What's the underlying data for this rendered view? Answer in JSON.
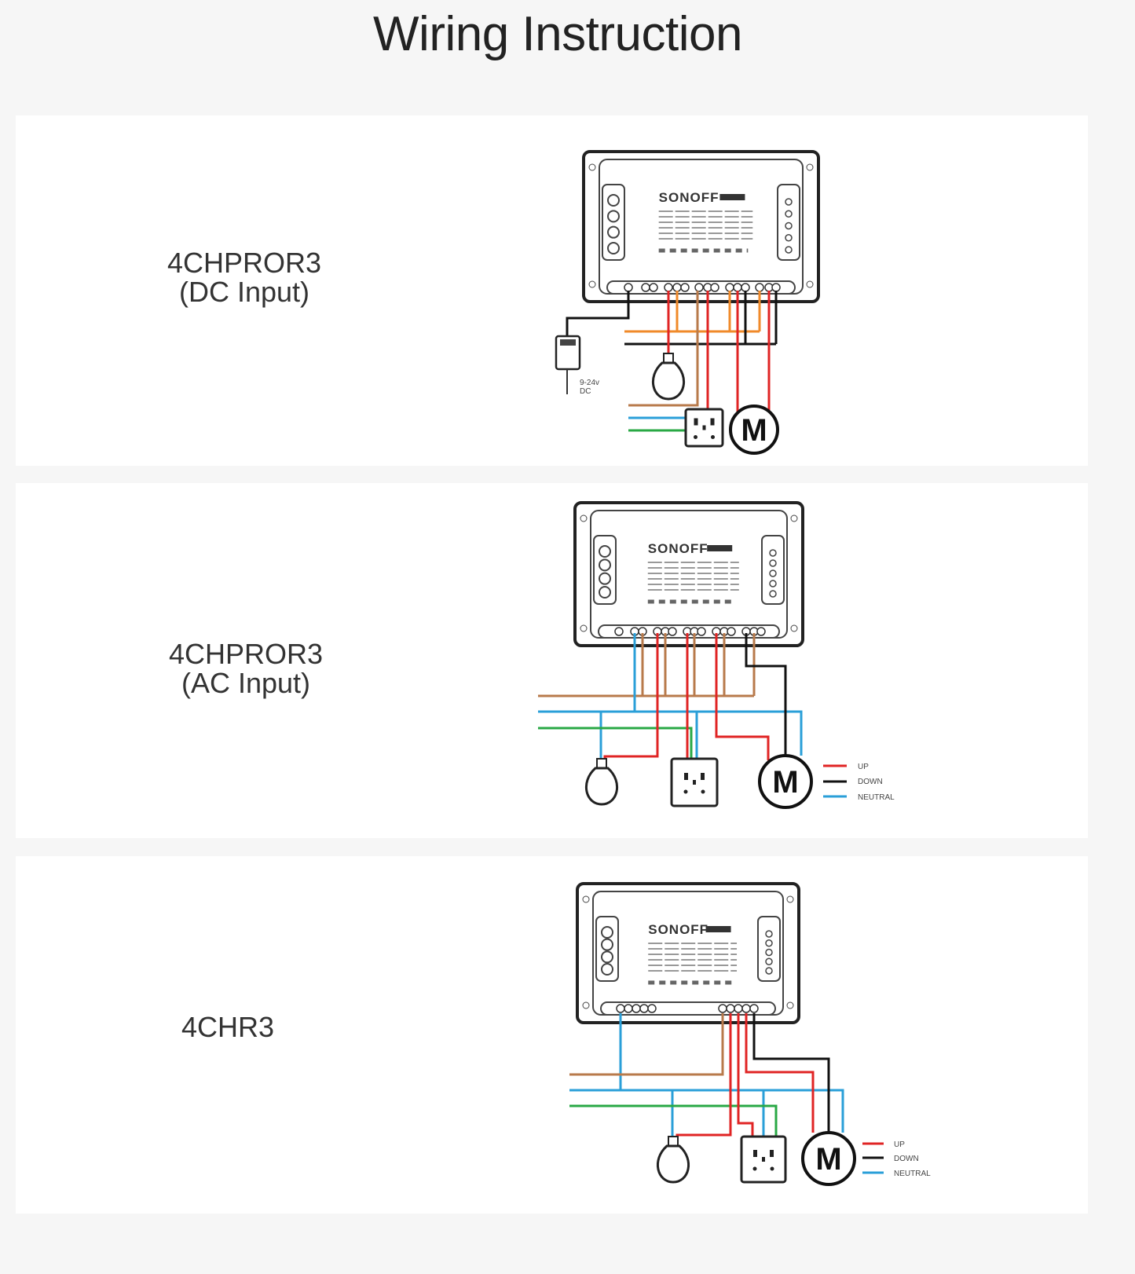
{
  "title": "Wiring Instruction",
  "panels": [
    {
      "model": "4CHPROR3",
      "input": "(DC Input)"
    },
    {
      "model": "4CHPROR3",
      "input": "(AC Input)"
    },
    {
      "model": "4CHR3",
      "input": ""
    }
  ],
  "device": {
    "brand": "SONOFF"
  },
  "adapter": {
    "label_line1": "9-24v",
    "label_line2": "DC"
  },
  "motor": {
    "symbol": "M"
  },
  "legend": {
    "up": "UP",
    "down": "DOWN",
    "neutral": "NEUTRAL"
  },
  "colors": {
    "live": "#b87a4b",
    "neutral": "#2a9fd8",
    "earth": "#29a845",
    "load": "#e02424",
    "dc_positive": "#f08a2a",
    "dc_negative": "#111111",
    "panel": "#ffffff",
    "background": "#f6f6f6"
  }
}
